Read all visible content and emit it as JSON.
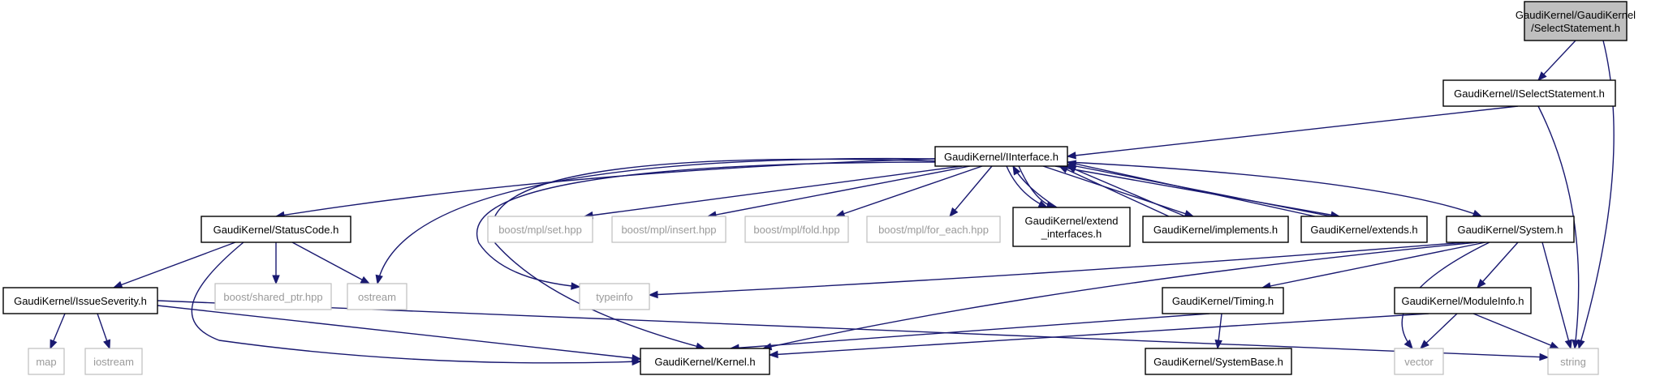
{
  "colors": {
    "edge": "#191970",
    "root_fill": "#bfbfbf",
    "external_border": "#bfbfbf",
    "external_text": "#9a9a9a"
  },
  "nodes": [
    {
      "id": "selectstatement",
      "name": "node-selectstatement",
      "lines": [
        "GaudiKernel/GaudiKernel",
        "/SelectStatement.h"
      ],
      "kind": "root"
    },
    {
      "id": "iselectstatement",
      "name": "node-iselectstatement",
      "lines": [
        "GaudiKernel/ISelectStatement.h"
      ],
      "kind": "internal"
    },
    {
      "id": "iinterface",
      "name": "node-iinterface",
      "lines": [
        "GaudiKernel/IInterface.h"
      ],
      "kind": "internal"
    },
    {
      "id": "statuscode",
      "name": "node-statuscode",
      "lines": [
        "GaudiKernel/StatusCode.h"
      ],
      "kind": "internal"
    },
    {
      "id": "mplset",
      "name": "node-boost-mpl-set",
      "lines": [
        "boost/mpl/set.hpp"
      ],
      "kind": "external"
    },
    {
      "id": "mplinsert",
      "name": "node-boost-mpl-insert",
      "lines": [
        "boost/mpl/insert.hpp"
      ],
      "kind": "external"
    },
    {
      "id": "mplfold",
      "name": "node-boost-mpl-fold",
      "lines": [
        "boost/mpl/fold.hpp"
      ],
      "kind": "external"
    },
    {
      "id": "mplforeach",
      "name": "node-boost-mpl-for-each",
      "lines": [
        "boost/mpl/for_each.hpp"
      ],
      "kind": "external"
    },
    {
      "id": "extendinterfaces",
      "name": "node-extend-interfaces",
      "lines": [
        "GaudiKernel/extend",
        "_interfaces.h"
      ],
      "kind": "internal"
    },
    {
      "id": "implements",
      "name": "node-implements",
      "lines": [
        "GaudiKernel/implements.h"
      ],
      "kind": "internal"
    },
    {
      "id": "extends",
      "name": "node-extends",
      "lines": [
        "GaudiKernel/extends.h"
      ],
      "kind": "internal"
    },
    {
      "id": "system",
      "name": "node-system",
      "lines": [
        "GaudiKernel/System.h"
      ],
      "kind": "internal"
    },
    {
      "id": "issueseverity",
      "name": "node-issueseverity",
      "lines": [
        "GaudiKernel/IssueSeverity.h"
      ],
      "kind": "internal"
    },
    {
      "id": "sharedptr",
      "name": "node-boost-shared-ptr",
      "lines": [
        "boost/shared_ptr.hpp"
      ],
      "kind": "external"
    },
    {
      "id": "ostream",
      "name": "node-ostream",
      "lines": [
        "ostream"
      ],
      "kind": "external"
    },
    {
      "id": "typeinfo",
      "name": "node-typeinfo",
      "lines": [
        "typeinfo"
      ],
      "kind": "external"
    },
    {
      "id": "timing",
      "name": "node-timing",
      "lines": [
        "GaudiKernel/Timing.h"
      ],
      "kind": "internal"
    },
    {
      "id": "moduleinfo",
      "name": "node-moduleinfo",
      "lines": [
        "GaudiKernel/ModuleInfo.h"
      ],
      "kind": "internal"
    },
    {
      "id": "map",
      "name": "node-map",
      "lines": [
        "map"
      ],
      "kind": "external"
    },
    {
      "id": "iostream",
      "name": "node-iostream",
      "lines": [
        "iostream"
      ],
      "kind": "external"
    },
    {
      "id": "kernel",
      "name": "node-kernel",
      "lines": [
        "GaudiKernel/Kernel.h"
      ],
      "kind": "internal"
    },
    {
      "id": "systembase",
      "name": "node-systembase",
      "lines": [
        "GaudiKernel/SystemBase.h"
      ],
      "kind": "internal"
    },
    {
      "id": "vector",
      "name": "node-vector",
      "lines": [
        "vector"
      ],
      "kind": "external"
    },
    {
      "id": "string",
      "name": "node-string",
      "lines": [
        "string"
      ],
      "kind": "external"
    }
  ]
}
